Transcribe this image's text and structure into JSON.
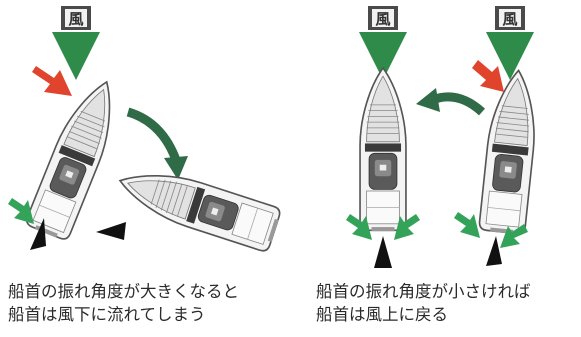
{
  "wind_label": "風",
  "colors": {
    "wind_arrow": "#2e8b4a",
    "wind_box": "#4a4a4a",
    "bow_force_arrow": "#e0442c",
    "turn_arrow": "#2f6b46",
    "stern_arrow": "#34a35a",
    "propeller": "#111111",
    "hull": "#f4f4f4",
    "hull_outline": "#555555"
  },
  "left_panel": {
    "caption_line1": "船首の振れ角度が大きくなると",
    "caption_line2": "船首は風下に流れてしまう"
  },
  "right_panel": {
    "caption_line1": "船首の振れ角度が小さければ",
    "caption_line2": "船首は風上に戻る"
  }
}
